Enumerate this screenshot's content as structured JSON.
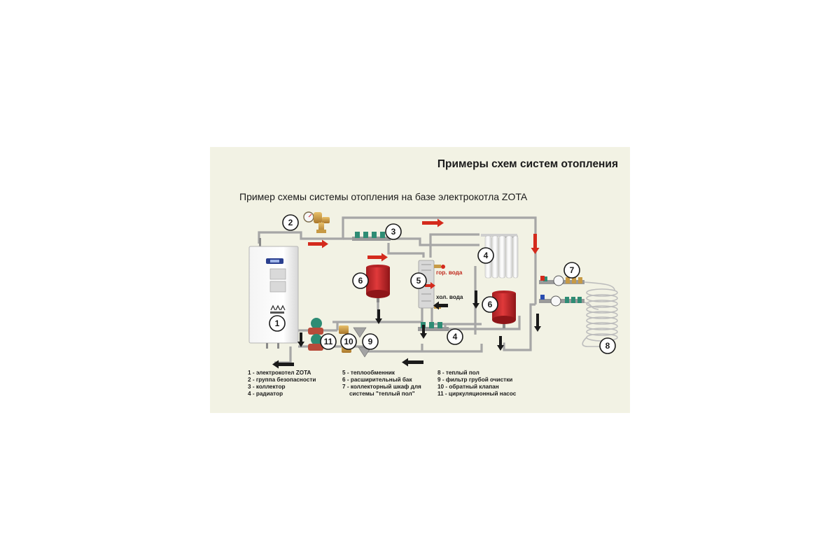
{
  "heading": "Примеры схем систем отопления",
  "subheading": "Пример схемы системы отопления на базе электрокотла ZOTA",
  "labels": {
    "hot_water": "гор. вода",
    "cold_water": "хол. вода"
  },
  "markers": [
    "1",
    "2",
    "3",
    "4",
    "5",
    "6",
    "7",
    "8",
    "9",
    "10",
    "11"
  ],
  "legend": [
    [
      "1 - электрокотел ZOTA",
      "2 - группа безопасности",
      "3 - коллектор",
      "4 - радиатор"
    ],
    [
      "5 - теплообменник",
      "6 - расширительный бак",
      "7 - коллекторный шкаф для",
      "системы \"теплый пол\""
    ],
    [
      "8 - теплый пол",
      "9 - фильтр грубой очистки",
      "10 - обратный клапан",
      "11 - циркуляционный насос"
    ]
  ],
  "colors": {
    "background": "#f2f2e4",
    "pipe": "#a6a6a6",
    "arrow_hot": "#d42a1c",
    "arrow_cold": "#1a1a1a",
    "tank": "#c9262a"
  }
}
